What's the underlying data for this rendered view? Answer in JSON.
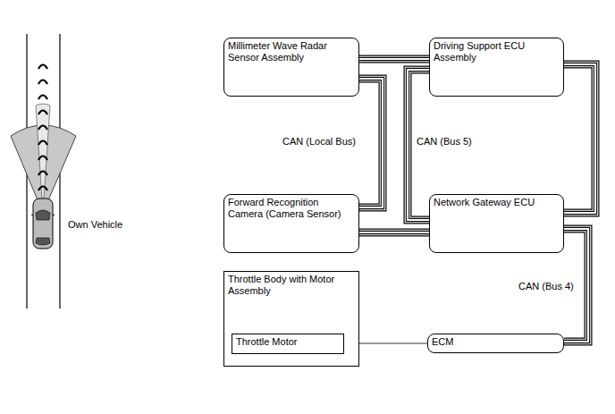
{
  "diagram": {
    "nodes": [
      {
        "text": [
          "Millimeter Wave Radar Sensor Assembly"
        ]
      },
      {
        "text": [
          "Driving Support ECU Assembly"
        ]
      },
      {
        "text": [
          "Forward Recognition Camera (Camera Sensor)"
        ]
      },
      {
        "text": [
          "Network Gateway ECU"
        ]
      },
      {
        "text": [
          "Throttle Body with Motor Assembly"
        ]
      },
      {
        "text": [
          "Throttle Motor"
        ],
        "in": 4
      },
      {
        "text": [
          "ECM"
        ]
      }
    ],
    "edges": [
      {
        "from": 0,
        "to": 2,
        "arrow": "none",
        "label": "CAN (Local Bus)"
      },
      {
        "from": 0,
        "to": 1,
        "arrow": "none"
      },
      {
        "from": 2,
        "to": 3,
        "arrow": "none"
      },
      {
        "from": 1,
        "to": 3,
        "arrow": "none",
        "label": "CAN (Bus 5)"
      },
      {
        "from": 1,
        "to": 3,
        "arrow": "none"
      },
      {
        "from": 3,
        "to": 6,
        "arrow": "none",
        "label": "CAN (Bus 4)"
      },
      {
        "from": 6,
        "to": 5,
        "arrow": "to"
      }
    ],
    "labels": [
      "Own Vehicle"
    ]
  }
}
